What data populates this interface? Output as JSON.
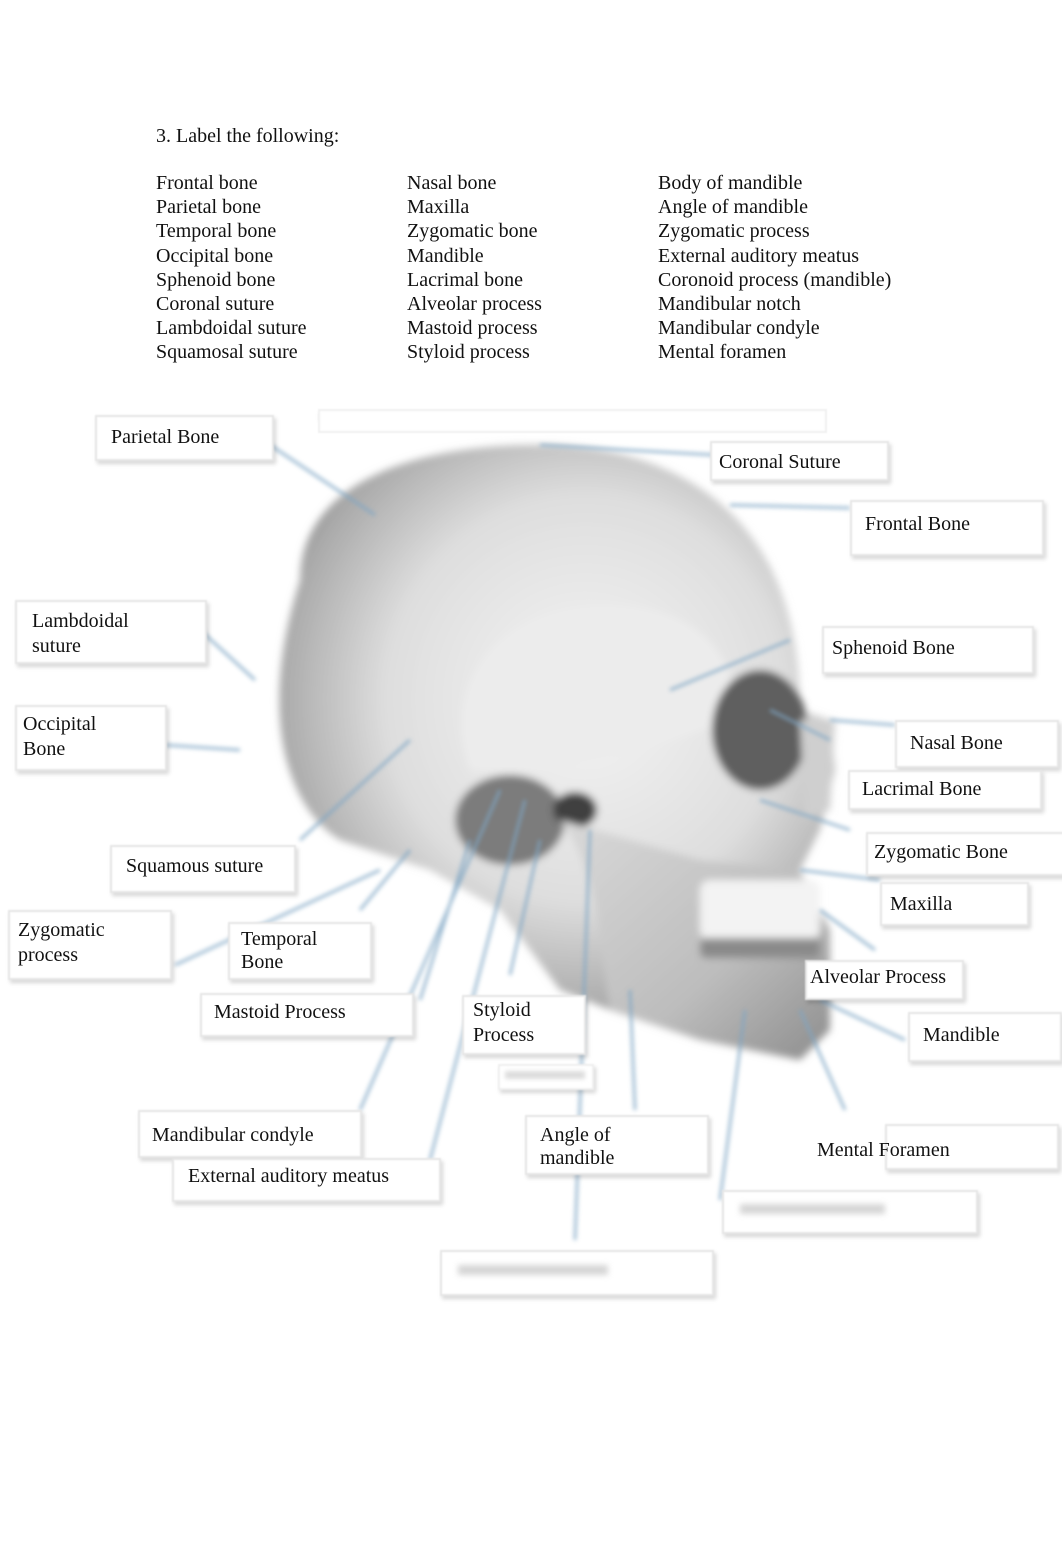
{
  "instruction": "3. Label the following:",
  "term_columns": [
    [
      "Frontal bone",
      "Parietal bone",
      "Temporal bone",
      "Occipital bone",
      "Sphenoid bone",
      "Coronal suture",
      "Lambdoidal suture",
      "Squamosal suture"
    ],
    [
      "Nasal bone",
      "Maxilla",
      "Zygomatic bone",
      "Mandible",
      "Lacrimal bone",
      "Alveolar process",
      "Mastoid process",
      "Styloid process"
    ],
    [
      "Body of mandible",
      "Angle of mandible",
      "Zygomatic process",
      "External auditory meatus",
      "Coronoid process (mandible)",
      "Mandibular notch",
      "Mandibular condyle",
      "Mental foramen"
    ]
  ],
  "labels": {
    "parietal_bone": "Parietal Bone",
    "coronal_suture": "Coronal Suture",
    "frontal_bone": "Frontal Bone",
    "lambdoidal_1": "Lambdoidal",
    "lambdoidal_2": "suture",
    "sphenoid_bone": "Sphenoid Bone",
    "occipital_1": "Occipital",
    "occipital_2": "Bone",
    "nasal_bone": "Nasal Bone",
    "lacrimal_bone": "Lacrimal Bone",
    "zygomatic_bone": "Zygomatic Bone",
    "squamous_suture": "Squamous suture",
    "maxilla": "Maxilla",
    "zygomatic_process_1": "Zygomatic",
    "zygomatic_process_2": "process",
    "temporal_1": "Temporal",
    "temporal_2": "Bone",
    "alveolar_process": "Alveolar Process",
    "mastoid_process": "Mastoid Process",
    "styloid_1": "Styloid",
    "styloid_2": "Process",
    "mandible": "Mandible",
    "mandibular_condyle": "Mandibular condyle",
    "angle_1": "Angle of",
    "angle_2": "mandible",
    "mental_foramen": "Mental Foramen",
    "external_auditory_meatus": "External auditory meatus"
  },
  "colors": {
    "leader_line": "#7fa6c4",
    "skull_light": "#f0f0f0",
    "skull_mid": "#b9b9b9",
    "skull_dark": "#6a6a6a"
  }
}
